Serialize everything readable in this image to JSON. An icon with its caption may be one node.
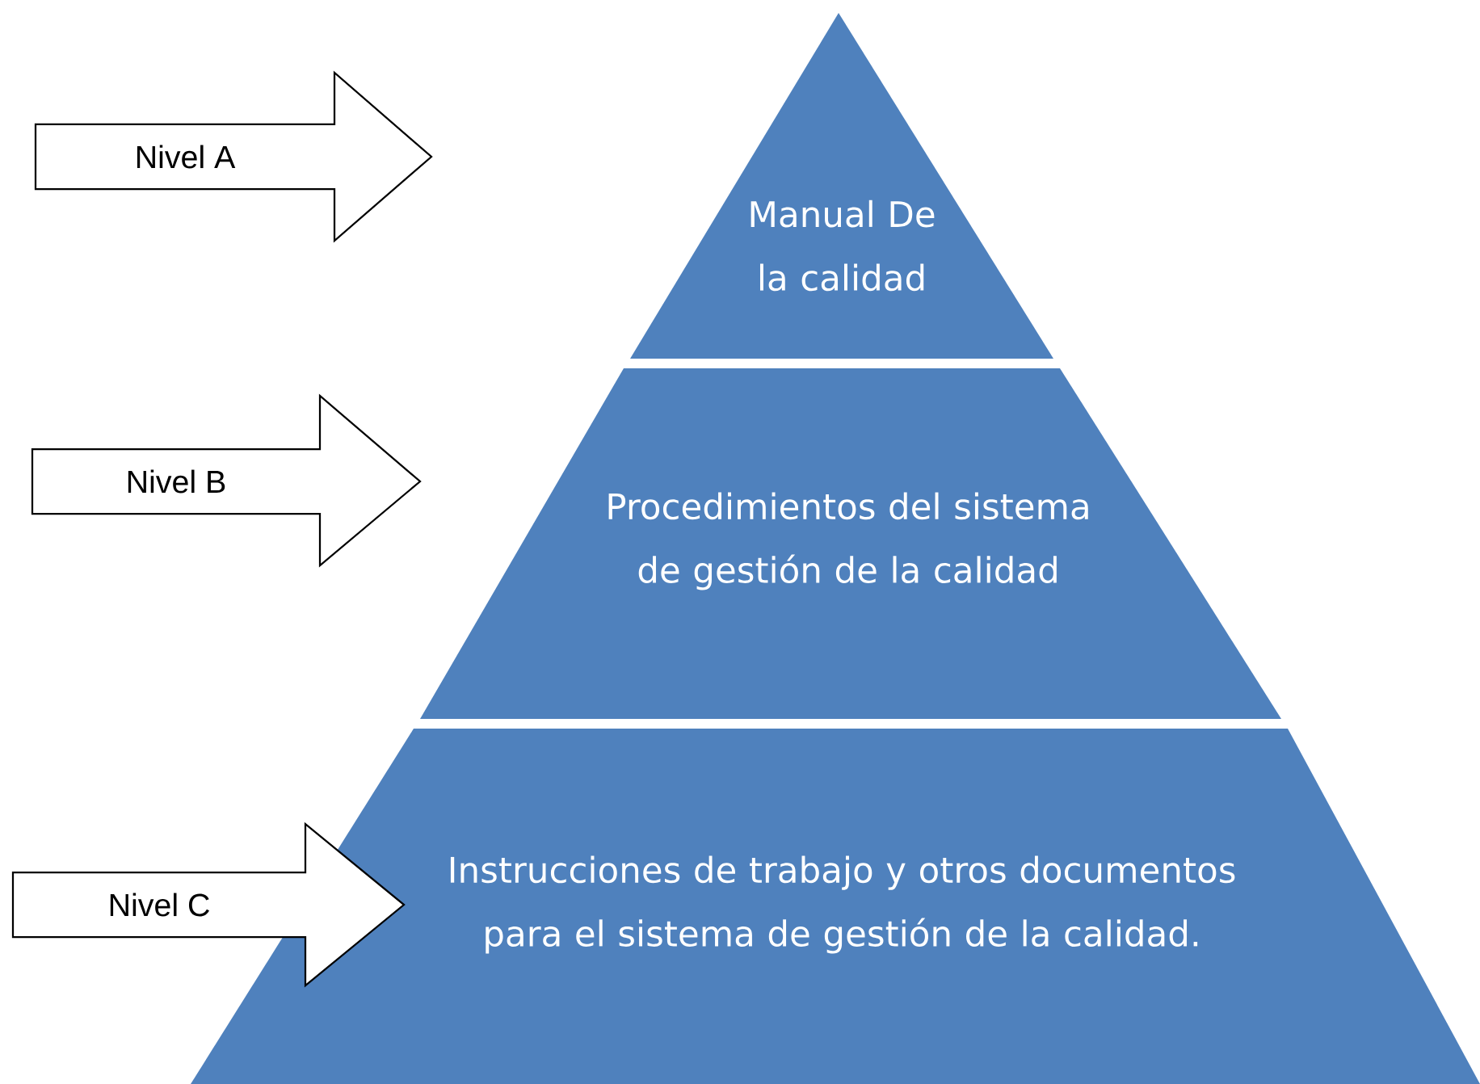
{
  "diagram": {
    "nodes": [
      {
        "text": [
          "Nivel A"
        ]
      },
      {
        "text": [
          "Manual De la calidad"
        ]
      },
      {
        "text": [
          "Nivel B"
        ]
      },
      {
        "text": [
          "Procedimientos del sistema de gestión de la calidad"
        ]
      },
      {
        "text": [
          "Nivel C"
        ]
      },
      {
        "text": [
          "Instrucciones de trabajo y otros documentos para el sistema de gestión de la calidad."
        ]
      }
    ]
  }
}
